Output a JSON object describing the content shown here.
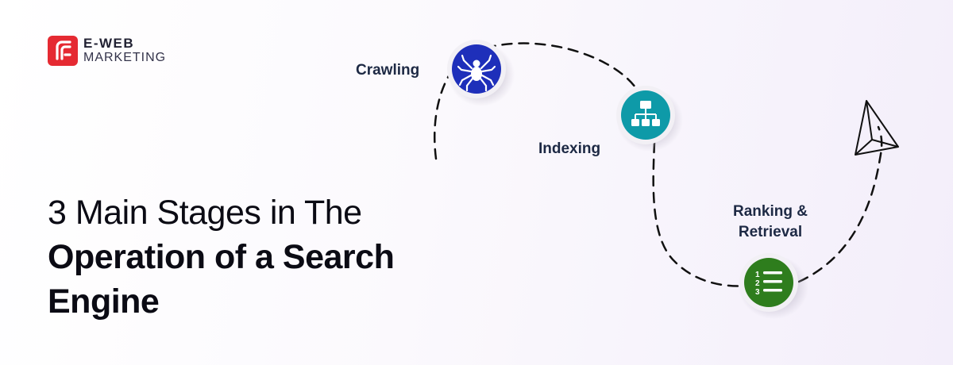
{
  "brand": {
    "line1": "E-WEB",
    "line2": "MARKETING",
    "accent": "#e52a32",
    "icon": "ewm-logo"
  },
  "heading": {
    "line1": "3 Main Stages in The",
    "line2": "Operation of a Search",
    "line3": "Engine"
  },
  "stages": [
    {
      "label": "Crawling",
      "icon": "spider-icon",
      "color": "#1e2fba"
    },
    {
      "label": "Indexing",
      "icon": "sitemap-icon",
      "color": "#0e9aa8"
    },
    {
      "label": "Ranking &",
      "label2": "Retrieval",
      "icon": "numbered-list-icon",
      "color": "#2e7d1d"
    }
  ],
  "end_icon": "paper-plane-icon"
}
